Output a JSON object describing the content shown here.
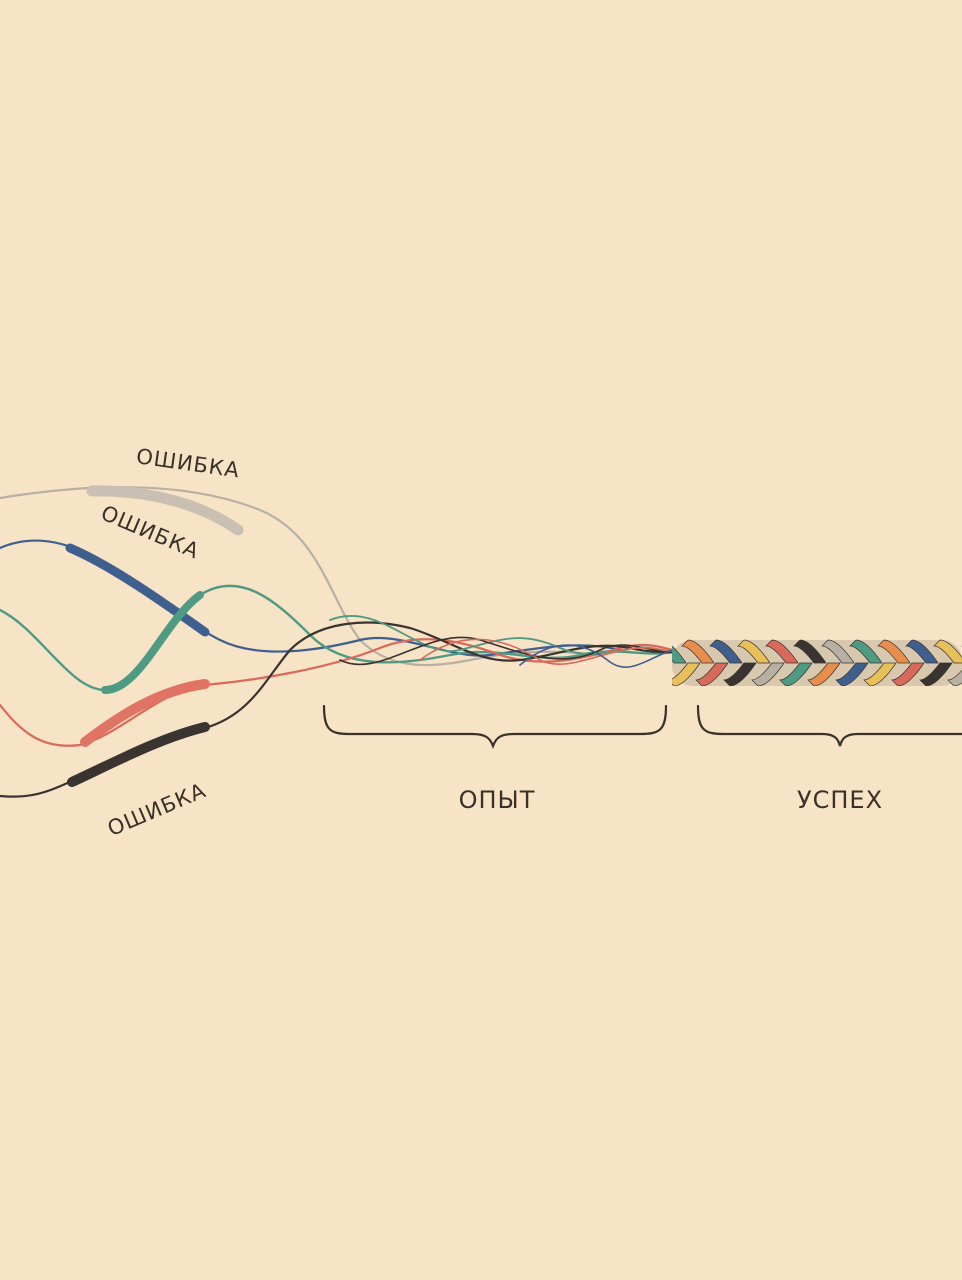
{
  "colors": {
    "background": "#f7e3c6",
    "ink": "#3b3128",
    "thread_gray": "#b8b0a3",
    "thread_blue": "#3f5f8f",
    "thread_green": "#4f9a83",
    "thread_red": "#d9695a",
    "thread_black": "#3a3430",
    "thread_yellow": "#e8c05a",
    "thread_orange": "#e98d4c"
  },
  "labels": {
    "mistake_top": "ОШИБКА",
    "mistake_middle": "ОШИБКА",
    "mistake_bottom": "ОШИБКА",
    "experience": "ОПЫТ",
    "success": "УСПЕХ"
  },
  "icons": [
    "curly-brace-icon",
    "curly-brace-icon"
  ]
}
